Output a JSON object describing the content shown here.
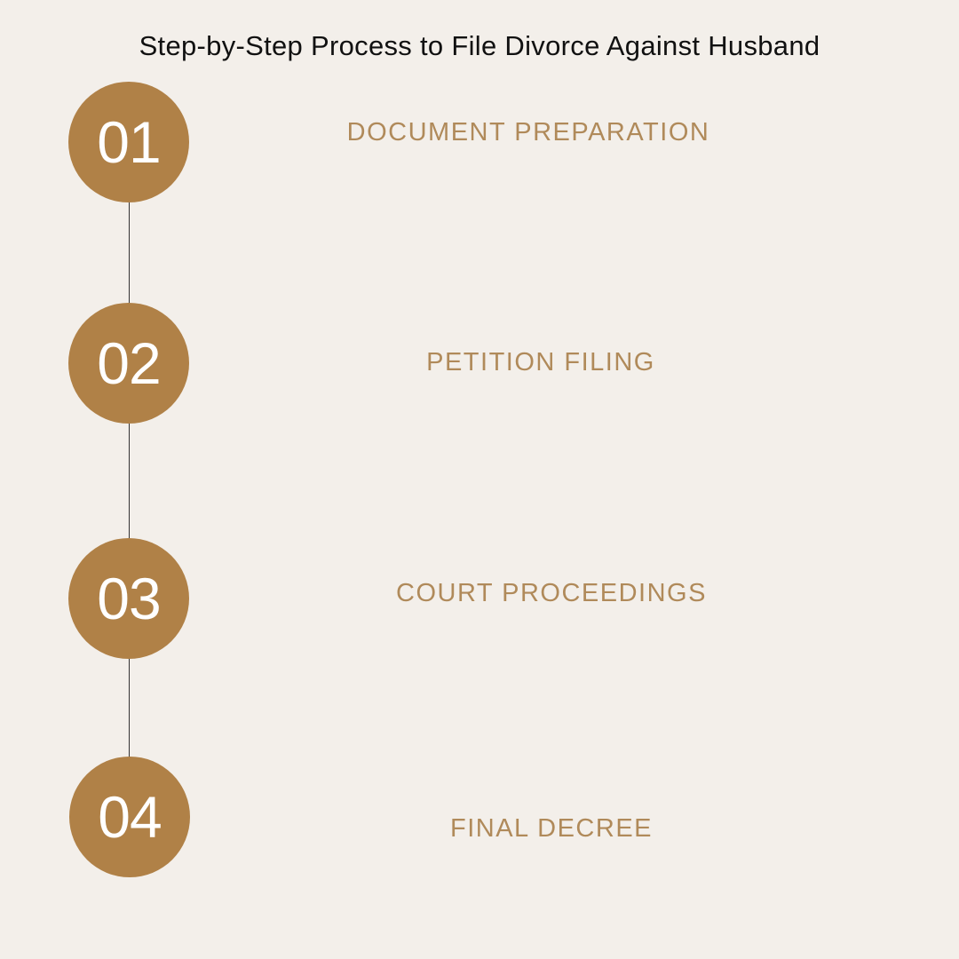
{
  "title": "Step-by-Step Process to File Divorce Against Husband",
  "steps": [
    {
      "number": "01",
      "label": "DOCUMENT PREPARATION"
    },
    {
      "number": "02",
      "label": "PETITION FILING"
    },
    {
      "number": "03",
      "label": "COURT PROCEEDINGS"
    },
    {
      "number": "04",
      "label": "FINAL DECREE"
    }
  ],
  "colors": {
    "background": "#f3efea",
    "circle": "#b08147",
    "label": "#b08a5a",
    "connector": "#333333"
  }
}
